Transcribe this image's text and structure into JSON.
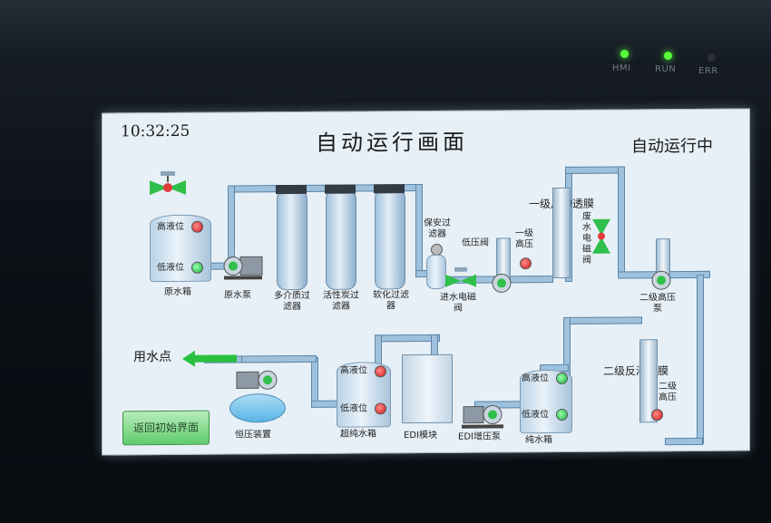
{
  "header": {
    "time": "10:32:25",
    "title": "自动运行画面",
    "status": "自动运行中"
  },
  "leds": [
    {
      "label": "HMI",
      "color": "#57ff3a"
    },
    {
      "label": "RUN",
      "color": "#57ff3a"
    },
    {
      "label": "ERR",
      "color": "#2a2f35"
    }
  ],
  "labels": {
    "raw_tank": "原水箱",
    "raw_pump": "原水泵",
    "multi_filter": "多介质过滤器",
    "carbon_filter": "活性炭过滤器",
    "softener": "软化过滤器",
    "safety_filter": "保安过滤器",
    "inlet_valve": "进水电磁阀",
    "low_pressure_valve": "低压阀",
    "stage1_high_pressure": "一级高压",
    "stage1_ro": "一级反渗透膜",
    "waste_valve": "废水电磁阀",
    "stage2_pump": "二级高压泵",
    "stage2_ro": "二级反渗透膜",
    "stage2_high_pressure": "二级高压",
    "pure_tank": "纯水箱",
    "edi_pump": "EDI增压泵",
    "edi_module": "EDI模块",
    "ultra_tank": "超纯水箱",
    "booster": "恒压装置",
    "use_point": "用水点",
    "high_level": "高液位",
    "low_level": "低液位"
  },
  "back_button": "返回初始界面"
}
